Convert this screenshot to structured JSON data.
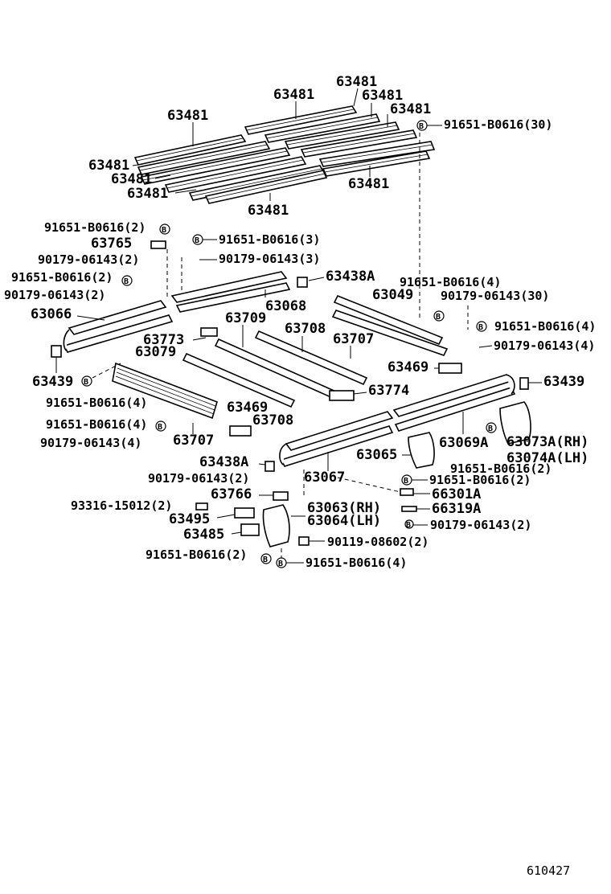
{
  "drawing_id": "610427",
  "icon": "bolt-B-symbol",
  "labels": {
    "floor_strips": [
      "63481",
      "63481",
      "63481",
      "63481",
      "63481",
      "63481",
      "63481",
      "63481",
      "63481",
      "63481"
    ],
    "bolt_top_right": "91651-B0616(30)",
    "l_91651_2_a": "91651-B0616(2)",
    "l_63765": "63765",
    "l_91651_3": "91651-B0616(3)",
    "l_90179_2_a": "90179-06143(2)",
    "l_90179_3": "90179-06143(3)",
    "l_91651_2_b": "91651-B0616(2)",
    "l_90179_2_b": "90179-06143(2)",
    "l_63438A_a": "63438A",
    "l_91651_4_a": "91651-B0616(4)",
    "l_63049": "63049",
    "l_90179_30": "90179-06143(30)",
    "l_63066": "63066",
    "l_63068": "63068",
    "l_91651_4_b": "91651-B0616(4)",
    "l_63709": "63709",
    "l_63708_a": "63708",
    "l_63707_a": "63707",
    "l_90179_4_a": "90179-06143(4)",
    "l_63773": "63773",
    "l_63079": "63079",
    "l_63469_a": "63469",
    "l_63439_a": "63439",
    "l_63439_b": "63439",
    "l_63774": "63774",
    "l_91651_4_c": "91651-B0616(4)",
    "l_63469_b": "63469",
    "l_91651_4_d": "91651-B0616(4)",
    "l_63708_b": "63708",
    "l_90179_4_b": "90179-06143(4)",
    "l_63707_b": "63707",
    "l_63069A": "63069A",
    "l_63073A": "63073A(RH)",
    "l_63065": "63065",
    "l_63074A": "63074A(LH)",
    "l_63438A_b": "63438A",
    "l_91651_2_c": "91651-B0616(2)",
    "l_63067": "63067",
    "l_90179_2_c": "90179-06143(2)",
    "l_91651_2_d": "91651-B0616(2)",
    "l_63766": "63766",
    "l_66301A": "66301A",
    "l_93316": "93316-15012(2)",
    "l_63063": "63063(RH)",
    "l_66319A": "66319A",
    "l_63495": "63495",
    "l_63064": "63064(LH)",
    "l_90179_2_d": "90179-06143(2)",
    "l_63485": "63485",
    "l_90119": "90119-08602(2)",
    "l_91651_2_e": "91651-B0616(2)",
    "l_91651_4_e": "91651-B0616(4)"
  }
}
